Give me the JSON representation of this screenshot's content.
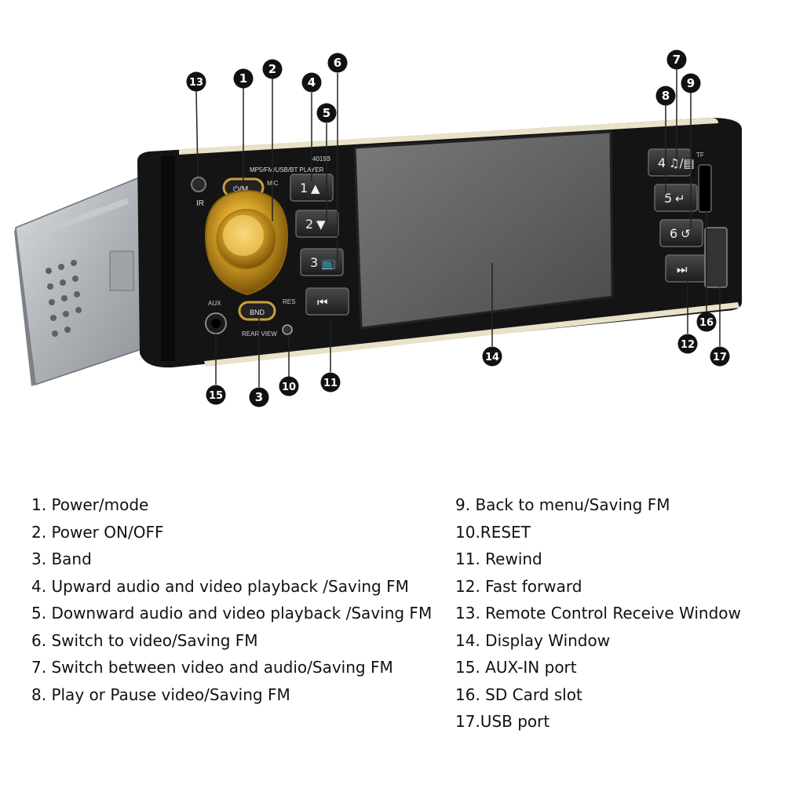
{
  "unit": {
    "model_text": "4019B",
    "player_text": "MP5/FM/USB/BT PLAYER",
    "labels": {
      "power_mode": "⏻/M",
      "mic": "MIC",
      "ir": "IR",
      "aux": "AUX",
      "bnd": "BND",
      "res": "RES",
      "rear_view": "REAR VIEW",
      "tf": "TF"
    },
    "left_buttons": [
      {
        "num": "1",
        "glyph": "▲"
      },
      {
        "num": "2",
        "glyph": "▼"
      },
      {
        "num": "3",
        "glyph": "📺"
      },
      {
        "num": "",
        "glyph": "⏮"
      }
    ],
    "right_buttons": [
      {
        "num": "4",
        "glyph": "♫/▤"
      },
      {
        "num": "5",
        "glyph": "↵"
      },
      {
        "num": "6",
        "glyph": "↺"
      },
      {
        "num": "",
        "glyph": "⏭"
      }
    ]
  },
  "callouts": [
    "1",
    "2",
    "3",
    "4",
    "5",
    "6",
    "7",
    "8",
    "9",
    "10",
    "11",
    "12",
    "13",
    "14",
    "15",
    "16",
    "17"
  ],
  "legend": {
    "left": [
      "1. Power/mode",
      "2. Power ON/OFF",
      "3. Band",
      "4. Upward audio and video playback /Saving FM",
      "5. Downward audio and video playback /Saving FM",
      "6. Switch to video/Saving FM",
      "7. Switch between video and audio/Saving FM",
      "8. Play or Pause video/Saving FM"
    ],
    "right": [
      "9. Back to menu/Saving FM",
      "10.RESET",
      "11. Rewind",
      "12. Fast forward",
      "13. Remote Control Receive Window",
      "14. Display Window",
      "15. AUX-IN port",
      "16. SD Card slot",
      "17.USB port"
    ]
  }
}
